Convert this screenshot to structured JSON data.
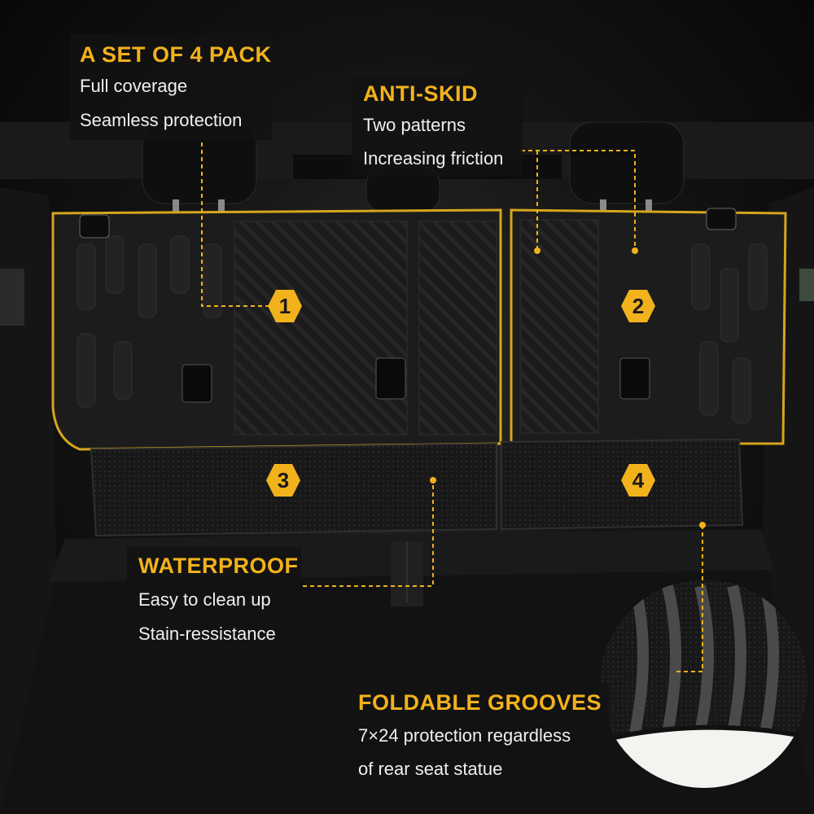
{
  "callouts": {
    "pack": {
      "title": "A SET OF 4 PACK",
      "lines": [
        "Full coverage",
        "Seamless protection"
      ]
    },
    "skid": {
      "title": "ANTI-SKID",
      "lines": [
        "Two patterns",
        "Increasing friction"
      ]
    },
    "water": {
      "title": "WATERPROOF",
      "lines": [
        "Easy to clean up",
        "Stain-ressistance"
      ]
    },
    "groove": {
      "title": "FOLDABLE GROOVES",
      "lines": [
        "7×24 protection regardless",
        "of rear seat statue"
      ]
    }
  },
  "badges": [
    "1",
    "2",
    "3",
    "4"
  ],
  "colors": {
    "accent": "#f2b21b",
    "mat": "#1c1c1c",
    "text": "#f0f0f0"
  }
}
